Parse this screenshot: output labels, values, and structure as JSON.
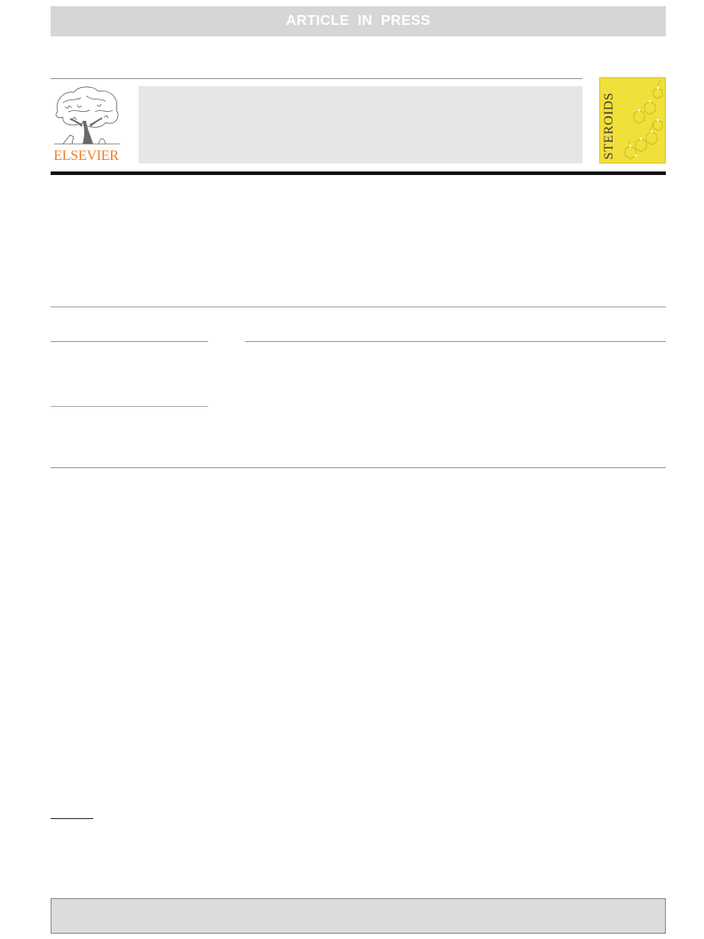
{
  "banner": {
    "label": "ARTICLE  IN  PRESS"
  },
  "publisher": {
    "name": "ELSEVIER",
    "accent_color": "#f07c22"
  },
  "journal": {
    "cover_title": "STEROIDS",
    "cover_color": "#f1df3a"
  },
  "colors": {
    "banner_bg": "#d6d6d6",
    "rule": "#9a9a9a",
    "band_bg": "#e6e6e6"
  }
}
